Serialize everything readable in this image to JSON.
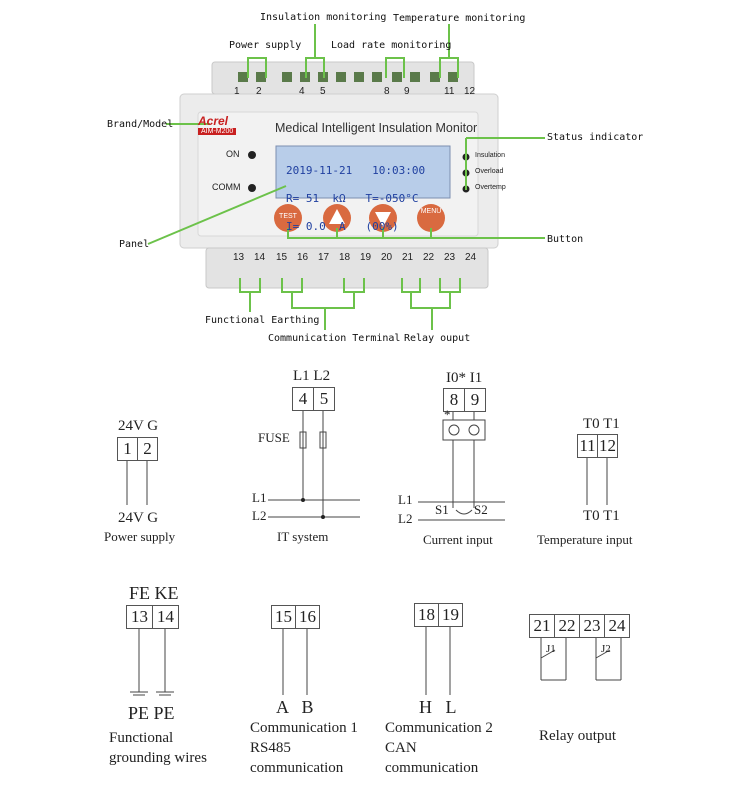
{
  "callouts": {
    "insulation_monitoring": "Insulation monitoring",
    "temperature_monitoring": "Temperature monitoring",
    "power_supply": "Power supply",
    "load_rate_monitoring": "Load rate monitoring",
    "brand_model": "Brand/Model",
    "status_indicator": "Status indicator",
    "panel": "Panel",
    "button": "Button",
    "functional_earthing": "Functional Earthing",
    "communication_terminal": "Communication Terminal",
    "relay_output": "Relay ouput"
  },
  "device": {
    "brand": "Acrel",
    "model": "AIM-M200",
    "title": "Medical Intelligent Insulation Monitor",
    "top_terminals": [
      "1",
      "2",
      "4",
      "5",
      "8",
      "9",
      "11",
      "12"
    ],
    "bottom_terminals": [
      "13",
      "14",
      "15",
      "16",
      "17",
      "18",
      "19",
      "20",
      "21",
      "22",
      "23",
      "24"
    ],
    "left_leds": [
      "ON",
      "COMM"
    ],
    "right_leds": [
      "Insulation",
      "Overload",
      "Overtemp"
    ],
    "lcd": {
      "line1": "2019-11-21   10:03:00",
      "line2": "R= 51  kΩ   T=-050°C",
      "line3": "I= 0.0  A   (00%)"
    },
    "buttons": [
      "TEST",
      "MENU"
    ]
  },
  "diagrams": {
    "power": {
      "top": "24V G",
      "cells": [
        "1",
        "2"
      ],
      "bottom": "24V G",
      "caption": "Power supply"
    },
    "it": {
      "top": "L1 L2",
      "cells": [
        "4",
        "5"
      ],
      "fuse": "FUSE",
      "l1": "L1",
      "l2": "L2",
      "caption": "IT system"
    },
    "current": {
      "top": "I0* I1",
      "cells": [
        "8",
        "9"
      ],
      "star": "*",
      "l1": "L1",
      "l2": "L2",
      "s1": "S1",
      "s2": "S2",
      "caption": "Current input"
    },
    "temp": {
      "top": "T0 T1",
      "cells": [
        "11",
        "12"
      ],
      "bottom": "T0 T1",
      "caption": "Temperature input"
    },
    "fe": {
      "top": "FE KE",
      "cells": [
        "13",
        "14"
      ],
      "bottom": "PE PE",
      "caption1": "Functional",
      "caption2": "grounding wires"
    },
    "comm1": {
      "cells": [
        "15",
        "16"
      ],
      "bottom": "A   B",
      "caption1": "Communication 1",
      "caption2": "RS485",
      "caption3": "communication"
    },
    "comm2": {
      "cells": [
        "18",
        "19"
      ],
      "bottom": "H   L",
      "caption1": "Communication 2",
      "caption2": "CAN",
      "caption3": "communication"
    },
    "relay": {
      "cells": [
        "21",
        "22",
        "23",
        "24"
      ],
      "j1": "J1",
      "j2": "J2",
      "caption": "Relay output"
    }
  }
}
